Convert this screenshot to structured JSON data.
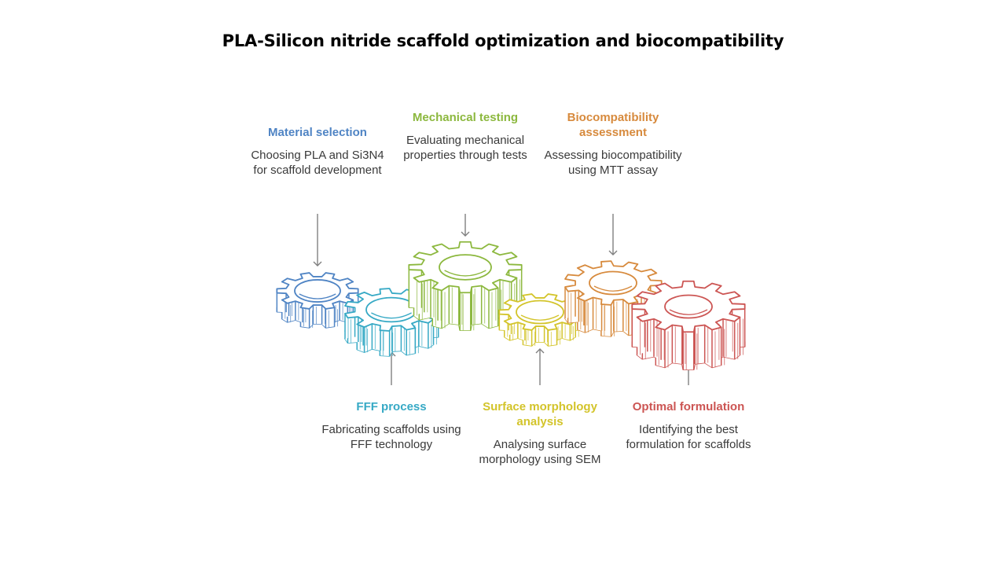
{
  "title": "PLA-Silicon nitride scaffold optimization and biocompatibility",
  "colors": {
    "material_selection": "#4f84c4",
    "fff_process": "#36a9c5",
    "mechanical_testing": "#8cb83e",
    "surface_morphology": "#d3c42a",
    "biocompatibility": "#d78a3d",
    "optimal_formulation": "#cc5553",
    "arrow": "#7f7f7f",
    "description_text": "#3a3a3a"
  },
  "stages": [
    {
      "id": "material-selection",
      "title": "Material selection",
      "description": "Choosing PLA and Si3N4 for scaffold development",
      "color": "#4f84c4",
      "position": "top",
      "icon": "gear-icon"
    },
    {
      "id": "fff-process",
      "title": "FFF process",
      "description": "Fabricating scaffolds using FFF technology",
      "color": "#36a9c5",
      "position": "bottom",
      "icon": "gear-icon"
    },
    {
      "id": "mechanical-testing",
      "title": "Mechanical testing",
      "description": "Evaluating mechanical properties through tests",
      "color": "#8cb83e",
      "position": "top",
      "icon": "gear-icon"
    },
    {
      "id": "surface-morphology-analysis",
      "title": "Surface morphology analysis",
      "description": "Analysing surface morphology using SEM",
      "color": "#d3c42a",
      "position": "bottom",
      "icon": "gear-icon"
    },
    {
      "id": "biocompatibility-assessment",
      "title": "Biocompatibility assessment",
      "description": "Assessing biocompatibility using MTT assay",
      "color": "#d78a3d",
      "position": "top",
      "icon": "gear-icon"
    },
    {
      "id": "optimal-formulation",
      "title": "Optimal formulation",
      "description": "Identifying the best formulation for scaffolds",
      "color": "#cc5553",
      "position": "bottom",
      "icon": "gear-icon"
    }
  ]
}
